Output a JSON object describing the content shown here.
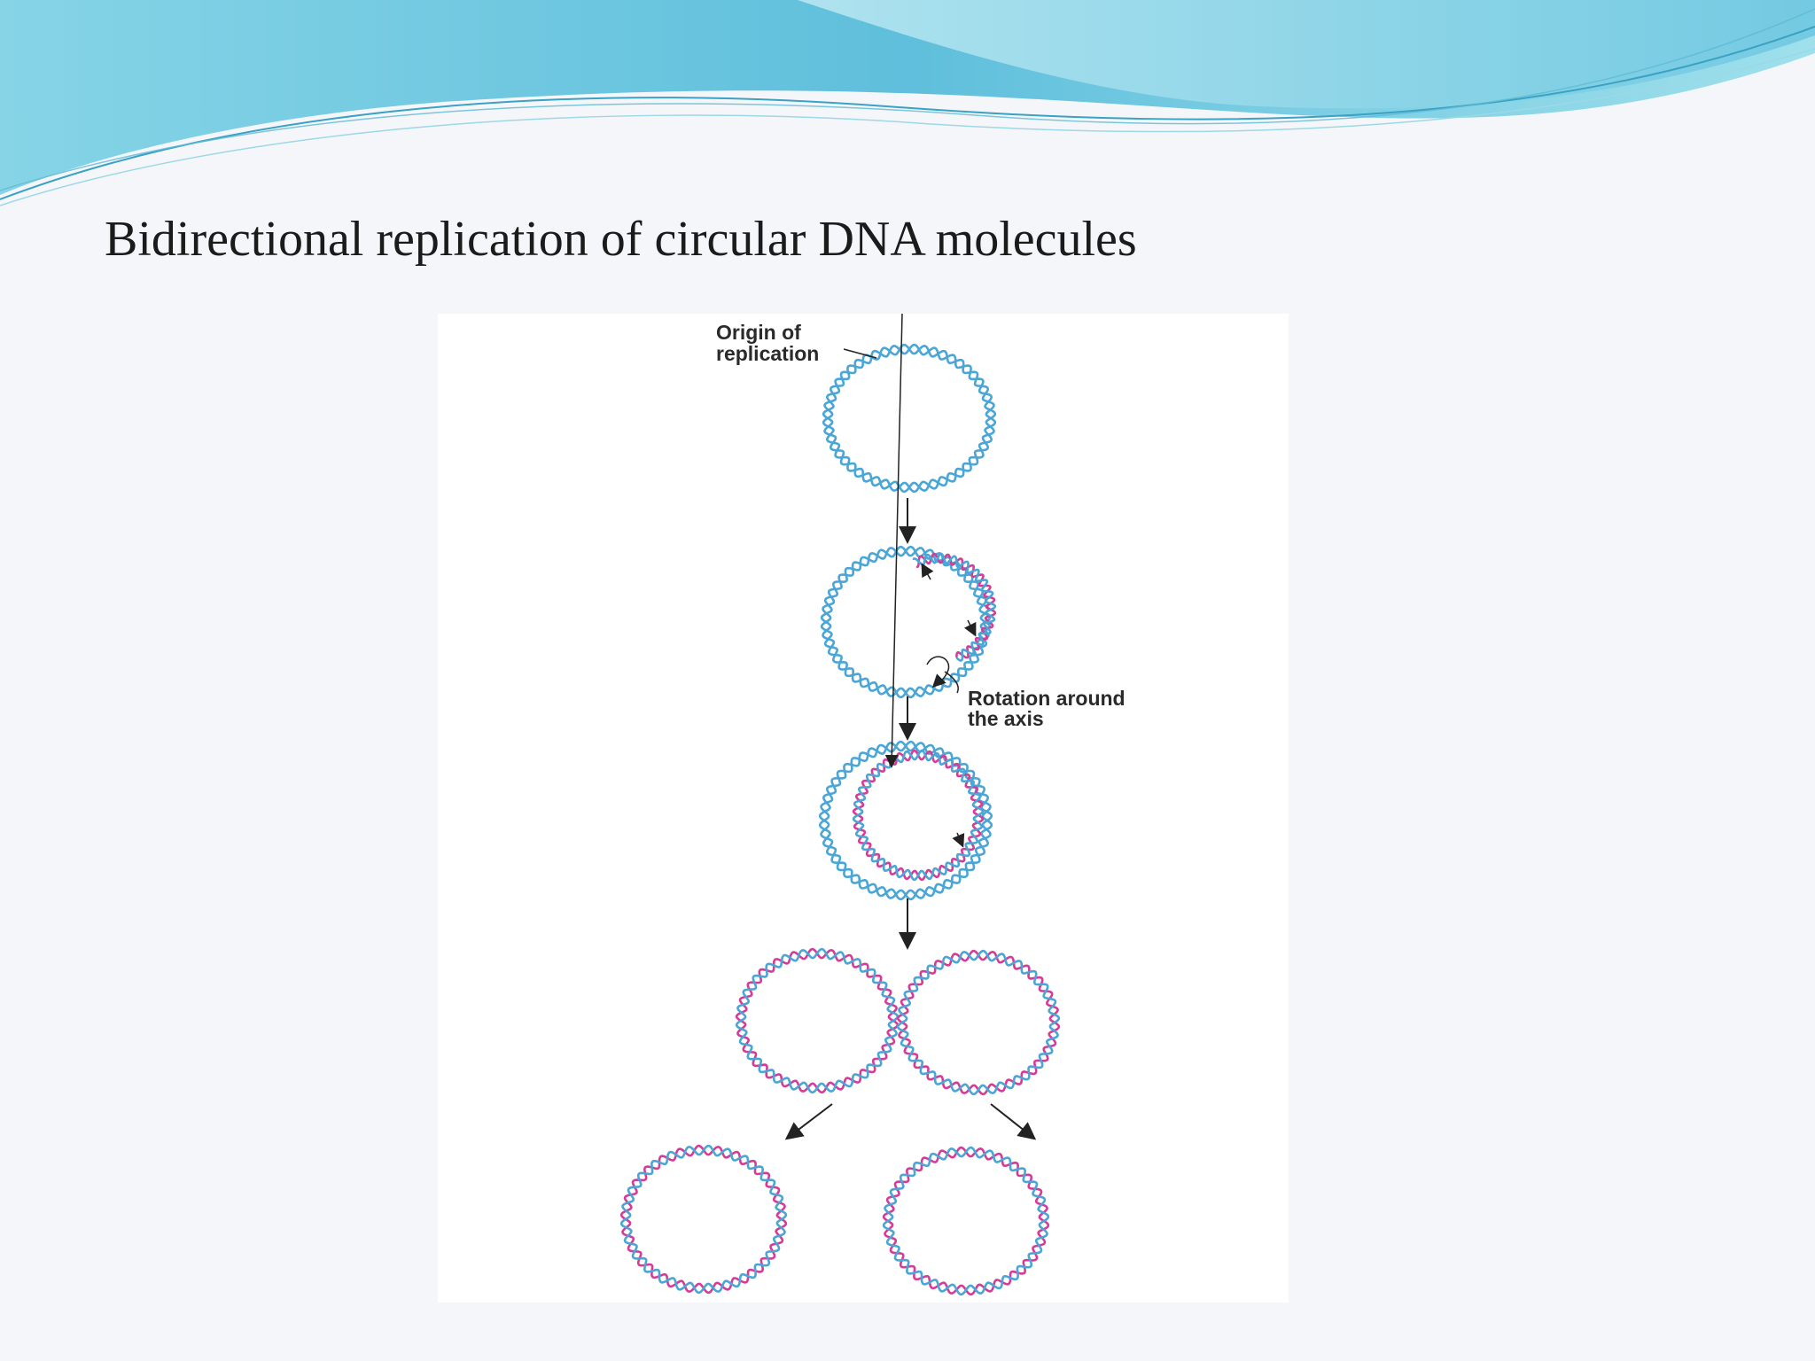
{
  "slide": {
    "title": "Bidirectional replication of circular DNA molecules"
  },
  "figure": {
    "labels": {
      "origin": [
        "Origin of",
        "replication"
      ],
      "rotation": [
        "Rotation around",
        "the axis"
      ]
    },
    "colors": {
      "parental_strand": "#4aa6d6",
      "new_strand": "#d63c96",
      "arrow": "#222222"
    },
    "stages": [
      "Parental circular DNA with origin of replication",
      "Replication forks moving in both directions",
      "Replication nearly complete",
      "Two interlocked daughter circles",
      "Two separated daughter DNA molecules"
    ]
  },
  "theme": {
    "header_colors": [
      "#7fd3e6",
      "#4fb6d6",
      "#a9e4ee"
    ]
  }
}
